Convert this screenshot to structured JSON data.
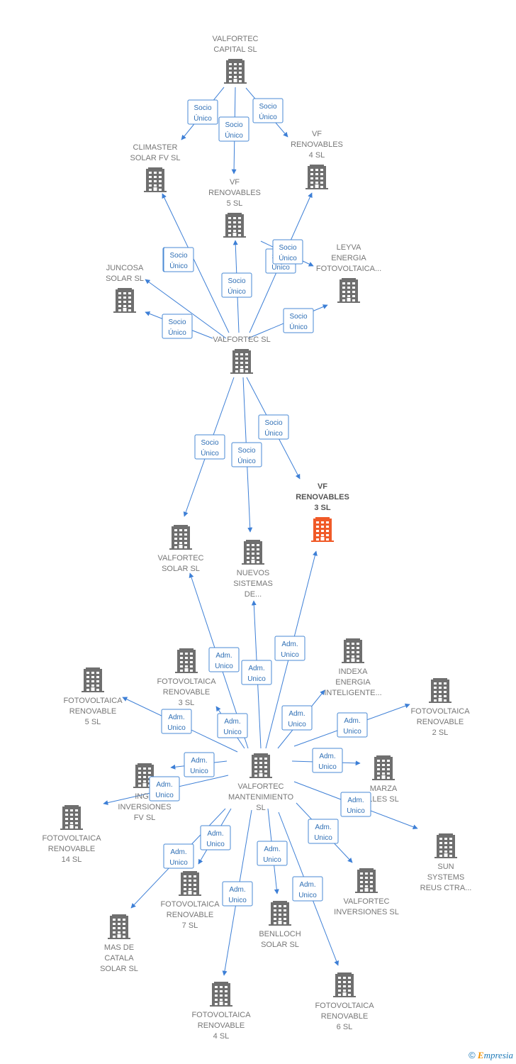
{
  "colors": {
    "company": "#6f6f6f",
    "focus": "#f05a28",
    "edge": "#3d7fd6",
    "label": "#777777"
  },
  "icon": "building-icon",
  "copyright": {
    "symbol": "©",
    "brand_first": "E",
    "brand_rest": "mpresia"
  },
  "nodes": [
    {
      "id": "capital",
      "label": [
        "VALFORTEC",
        "CAPITAL  SL"
      ]
    },
    {
      "id": "climaster",
      "label": [
        "CLIMASTER",
        "SOLAR FV SL"
      ]
    },
    {
      "id": "vf5",
      "label": [
        "VF",
        "RENOVABLES",
        "5  SL"
      ]
    },
    {
      "id": "vf4",
      "label": [
        "VF",
        "RENOVABLES",
        "4  SL"
      ]
    },
    {
      "id": "juncosa",
      "label": [
        "JUNCOSA",
        "SOLAR  SL"
      ]
    },
    {
      "id": "leyva",
      "label": [
        "LEYVA",
        "ENERGIA",
        "FOTOVOLTAICA..."
      ]
    },
    {
      "id": "valfortec",
      "label": [
        "VALFORTEC SL"
      ]
    },
    {
      "id": "vf3",
      "label": [
        "VF",
        "RENOVABLES",
        "3  SL"
      ],
      "highlight": true
    },
    {
      "id": "vsolar",
      "label": [
        "VALFORTEC",
        "SOLAR  SL"
      ]
    },
    {
      "id": "nuevos",
      "label": [
        "NUEVOS",
        "SISTEMAS",
        "DE..."
      ]
    },
    {
      "id": "fr5",
      "label": [
        "FOTOVOLTAICA",
        "RENOVABLE",
        "5 SL"
      ]
    },
    {
      "id": "fr3",
      "label": [
        "FOTOVOLTAICA",
        "RENOVABLE",
        "3 SL"
      ]
    },
    {
      "id": "indexa",
      "label": [
        "INDEXA",
        "ENERGIA",
        "INTELIGENTE..."
      ]
    },
    {
      "id": "fr2",
      "label": [
        "FOTOVOLTAICA",
        "RENOVABLE",
        "2  SL"
      ]
    },
    {
      "id": "mant",
      "label": [
        "VALFORTEC",
        "MANTENIMIENTO",
        "SL"
      ]
    },
    {
      "id": "ingr",
      "label": [
        "INGR",
        "INVERSIONES",
        "FV  SL"
      ]
    },
    {
      "id": "marza",
      "label": [
        "MARZA",
        "LLES SL"
      ]
    },
    {
      "id": "fr14",
      "label": [
        "FOTOVOLTAICA",
        "RENOVABLE",
        "14 SL"
      ]
    },
    {
      "id": "sun",
      "label": [
        "SUN",
        "SYSTEMS",
        "REUS CTRA..."
      ]
    },
    {
      "id": "fr7",
      "label": [
        "FOTOVOLTAICA",
        "RENOVABLE",
        "7 SL"
      ]
    },
    {
      "id": "vinv",
      "label": [
        "VALFORTEC",
        "INVERSIONES SL"
      ]
    },
    {
      "id": "benlloch",
      "label": [
        "BENLLOCH",
        "SOLAR SL"
      ]
    },
    {
      "id": "mas",
      "label": [
        "MAS DE",
        "CATALA",
        "SOLAR SL"
      ]
    },
    {
      "id": "fr6",
      "label": [
        "FOTOVOLTAICA",
        "RENOVABLE",
        "6 SL"
      ]
    },
    {
      "id": "fr4",
      "label": [
        "FOTOVOLTAICA",
        "RENOVABLE",
        "4 SL"
      ]
    }
  ],
  "edges": [
    {
      "from": "capital",
      "to": "climaster",
      "label": [
        "Socio",
        "Único"
      ]
    },
    {
      "from": "capital",
      "to": "vf5",
      "label": [
        "Socio",
        "Único"
      ]
    },
    {
      "from": "capital",
      "to": "vf4",
      "label": [
        "Socio",
        "Único"
      ]
    },
    {
      "from": "valfortec",
      "to": "climaster",
      "label": [
        "Socio",
        "Único"
      ]
    },
    {
      "from": "valfortec",
      "to": "juncosa",
      "label": [
        "Socio",
        "Único"
      ]
    },
    {
      "from": "valfortec",
      "to": "juncosa",
      "label": [
        "Socio",
        "Único"
      ]
    },
    {
      "from": "valfortec",
      "to": "vf5",
      "label": [
        "Socio",
        "Único"
      ]
    },
    {
      "from": "valfortec",
      "to": "vf4",
      "label": [
        "Socio",
        "Único"
      ]
    },
    {
      "from": "valfortec",
      "to": "leyva",
      "label": [
        "Socio",
        "Único"
      ]
    },
    {
      "from": "valfortec",
      "to": "leyva",
      "label": [
        "Socio",
        "Único"
      ]
    },
    {
      "from": "valfortec",
      "to": "vsolar",
      "label": [
        "Socio",
        "Único"
      ]
    },
    {
      "from": "valfortec",
      "to": "nuevos",
      "label": [
        "Socio",
        "Único"
      ]
    },
    {
      "from": "valfortec",
      "to": "vf3",
      "label": [
        "Socio",
        "Único"
      ]
    },
    {
      "from": "mant",
      "to": "vsolar",
      "label": [
        "Adm.",
        "Unico"
      ]
    },
    {
      "from": "mant",
      "to": "nuevos",
      "label": [
        "Adm.",
        "Unico"
      ]
    },
    {
      "from": "mant",
      "to": "vf3",
      "label": [
        "Adm.",
        "Unico"
      ]
    },
    {
      "from": "mant",
      "to": "fr5",
      "label": [
        "Adm.",
        "Unico"
      ]
    },
    {
      "from": "mant",
      "to": "fr3",
      "label": [
        "Adm.",
        "Unico"
      ]
    },
    {
      "from": "mant",
      "to": "indexa",
      "label": [
        "Adm.",
        "Unico"
      ]
    },
    {
      "from": "mant",
      "to": "fr2",
      "label": [
        "Adm.",
        "Unico"
      ]
    },
    {
      "from": "mant",
      "to": "ingr",
      "label": [
        "Adm.",
        "Unico"
      ]
    },
    {
      "from": "mant",
      "to": "fr14",
      "label": [
        "Adm.",
        "Unico"
      ]
    },
    {
      "from": "mant",
      "to": "marza",
      "label": [
        "Adm.",
        "Unico"
      ]
    },
    {
      "from": "mant",
      "to": "sun",
      "label": [
        "Adm.",
        "Unico"
      ]
    },
    {
      "from": "mant",
      "to": "fr7",
      "label": [
        "Adm.",
        "Unico"
      ]
    },
    {
      "from": "mant",
      "to": "mas",
      "label": [
        "Adm.",
        "Unico"
      ]
    },
    {
      "from": "mant",
      "to": "vinv",
      "label": [
        "Adm.",
        "Unico"
      ]
    },
    {
      "from": "mant",
      "to": "benlloch",
      "label": [
        "Adm.",
        "Unico"
      ]
    },
    {
      "from": "mant",
      "to": "fr4",
      "label": [
        "Adm.",
        "Unico"
      ]
    },
    {
      "from": "mant",
      "to": "fr6",
      "label": [
        "Adm.",
        "Unico"
      ]
    }
  ]
}
